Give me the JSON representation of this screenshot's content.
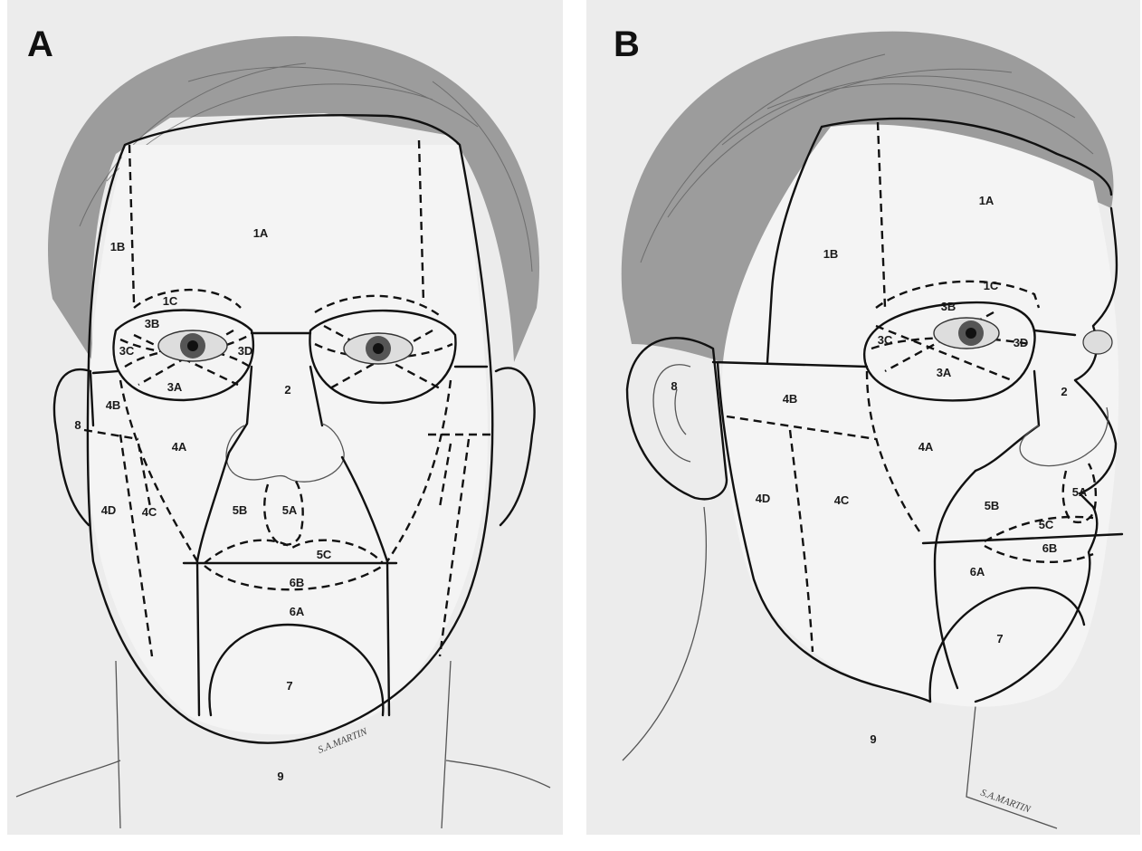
{
  "panel_a": {
    "letter": "A",
    "labels": {
      "z1a": "1A",
      "z1b": "1B",
      "z1c": "1C",
      "z2": "2",
      "z3a": "3A",
      "z3b": "3B",
      "z3c": "3C",
      "z3d": "3D",
      "z4a": "4A",
      "z4b": "4B",
      "z4c": "4C",
      "z4d": "4D",
      "z5a": "5A",
      "z5b": "5B",
      "z5c": "5C",
      "z6a": "6A",
      "z6b": "6B",
      "z7": "7",
      "z8": "8",
      "z9": "9"
    },
    "signature": "S.A.MARTIN"
  },
  "panel_b": {
    "letter": "B",
    "labels": {
      "z1a": "1A",
      "z1b": "1B",
      "z1c": "1C",
      "z2": "2",
      "z3a": "3A",
      "z3b": "3B",
      "z3c": "3C",
      "z3d": "3D",
      "z4a": "4A",
      "z4b": "4B",
      "z4c": "4C",
      "z4d": "4D",
      "z5a": "5A",
      "z5b": "5B",
      "z5c": "5C",
      "z6a": "6A",
      "z6b": "6B",
      "z7": "7",
      "z8": "8",
      "z9": "9"
    },
    "signature": "S.A.MARTIN"
  }
}
